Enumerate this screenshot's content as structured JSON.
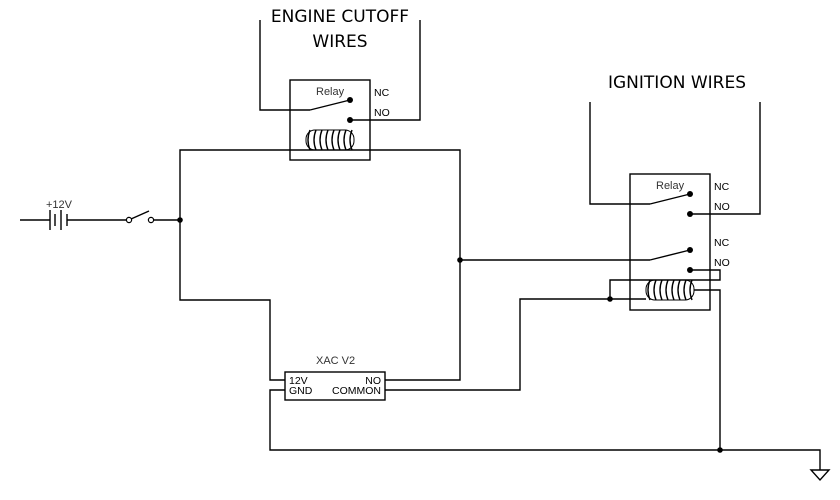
{
  "labels": {
    "engine_cutoff_line1": "ENGINE CUTOFF",
    "engine_cutoff_line2": "WIRES",
    "ignition_wires": "IGNITION WIRES",
    "battery": "+12V"
  },
  "relay_top": {
    "title": "Relay",
    "nc": "NC",
    "no": "NO"
  },
  "relay_right": {
    "title": "Relay",
    "nc1": "NC",
    "no1": "NO",
    "nc2": "NC",
    "no2": "NO"
  },
  "module": {
    "title": "XAC V2",
    "pin_12v": "12V",
    "pin_gnd": "GND",
    "pin_no": "NO",
    "pin_common": "COMMON"
  },
  "colors": {
    "line": "#000000",
    "label": "#333333"
  }
}
